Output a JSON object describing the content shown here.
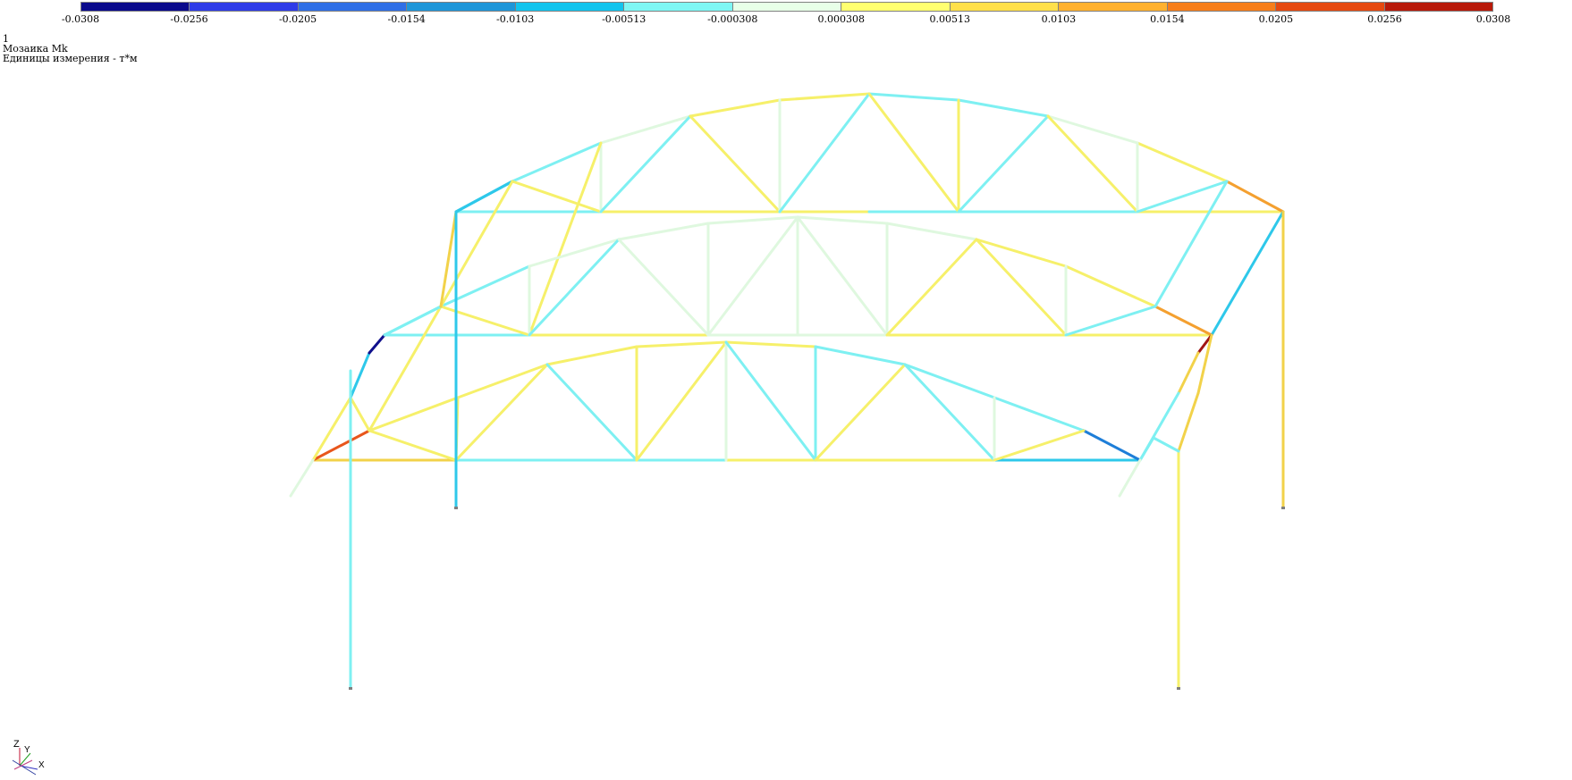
{
  "legend": {
    "ticks": [
      "-0.0308",
      "-0.0256",
      "-0.0205",
      "-0.0154",
      "-0.0103",
      "-0.00513",
      "-0.000308",
      "0.000308",
      "0.00513",
      "0.0103",
      "0.0154",
      "0.0205",
      "0.0256",
      "0.0308"
    ],
    "colors": [
      "#0a0a8c",
      "#2e3be8",
      "#2f6fe6",
      "#1e96d9",
      "#12c4ee",
      "#7ef6f4",
      "#e8ffe8",
      "#ffff70",
      "#ffe04a",
      "#ffb12e",
      "#f77e1a",
      "#e64a10",
      "#b81a0a",
      "#7d0606"
    ]
  },
  "info": {
    "case_number": "1",
    "mosaic_title": "Мозаика Mk",
    "units": "Единицы измерения - т*м"
  },
  "axes": {
    "z": "Z",
    "y": "Y",
    "x": "X"
  }
}
